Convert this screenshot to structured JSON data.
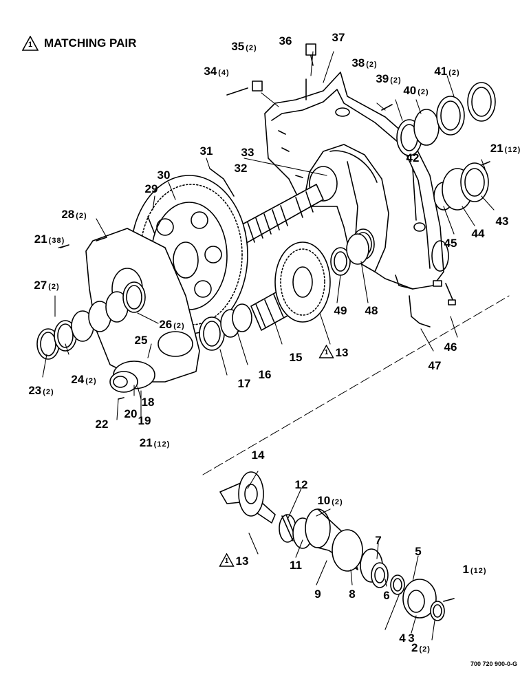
{
  "note": {
    "symbol": "1",
    "text": "MATCHING PAIR"
  },
  "drawing_code": "700 720 900-0-G",
  "callouts": [
    {
      "id": "1",
      "qty": "(12)"
    },
    {
      "id": "2",
      "qty": "(2)"
    },
    {
      "id": "3",
      "qty": ""
    },
    {
      "id": "4",
      "qty": ""
    },
    {
      "id": "5",
      "qty": ""
    },
    {
      "id": "6",
      "qty": ""
    },
    {
      "id": "7",
      "qty": ""
    },
    {
      "id": "8",
      "qty": ""
    },
    {
      "id": "9",
      "qty": ""
    },
    {
      "id": "10",
      "qty": "(2)"
    },
    {
      "id": "11",
      "qty": ""
    },
    {
      "id": "12",
      "qty": ""
    },
    {
      "id": "13",
      "qty": "",
      "marked": true
    },
    {
      "id": "14",
      "qty": ""
    },
    {
      "id": "13",
      "qty": "",
      "marked": true
    },
    {
      "id": "15",
      "qty": ""
    },
    {
      "id": "16",
      "qty": ""
    },
    {
      "id": "17",
      "qty": ""
    },
    {
      "id": "18",
      "qty": ""
    },
    {
      "id": "19",
      "qty": ""
    },
    {
      "id": "20",
      "qty": ""
    },
    {
      "id": "21",
      "qty": "(12)"
    },
    {
      "id": "22",
      "qty": ""
    },
    {
      "id": "23",
      "qty": "(2)"
    },
    {
      "id": "24",
      "qty": "(2)"
    },
    {
      "id": "25",
      "qty": ""
    },
    {
      "id": "26",
      "qty": "(2)"
    },
    {
      "id": "27",
      "qty": "(2)"
    },
    {
      "id": "21",
      "qty": "(38)"
    },
    {
      "id": "28",
      "qty": "(2)"
    },
    {
      "id": "29",
      "qty": ""
    },
    {
      "id": "30",
      "qty": ""
    },
    {
      "id": "31",
      "qty": ""
    },
    {
      "id": "32",
      "qty": ""
    },
    {
      "id": "33",
      "qty": ""
    },
    {
      "id": "34",
      "qty": "(4)"
    },
    {
      "id": "35",
      "qty": "(2)"
    },
    {
      "id": "36",
      "qty": ""
    },
    {
      "id": "37",
      "qty": ""
    },
    {
      "id": "38",
      "qty": "(2)"
    },
    {
      "id": "39",
      "qty": "(2)"
    },
    {
      "id": "40",
      "qty": "(2)"
    },
    {
      "id": "41",
      "qty": "(2)"
    },
    {
      "id": "21",
      "qty": "(12)"
    },
    {
      "id": "42",
      "qty": ""
    },
    {
      "id": "43",
      "qty": ""
    },
    {
      "id": "44",
      "qty": ""
    },
    {
      "id": "45",
      "qty": ""
    },
    {
      "id": "46",
      "qty": ""
    },
    {
      "id": "47",
      "qty": ""
    },
    {
      "id": "48",
      "qty": ""
    },
    {
      "id": "49",
      "qty": ""
    }
  ]
}
